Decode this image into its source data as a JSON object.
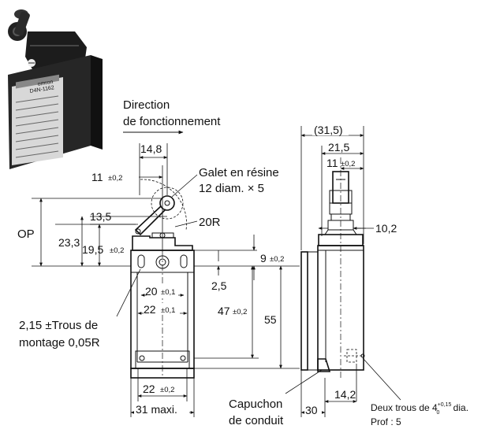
{
  "product": {
    "label_brand": "omron",
    "label_model": "D4N-1162"
  },
  "front_view": {
    "direction_line1": "Direction",
    "direction_line2": "de fonctionnement",
    "dim_roller_width": "14,8",
    "dim_roller_offset": "11",
    "dim_roller_offset_tol": "±0,2",
    "roller_note_line1": "Galet en résine",
    "roller_note_line2": "12 diam. × 5",
    "dim_arm": "13,5",
    "dim_radius": "20R",
    "dim_op": "OP",
    "dim_23_3": "23,3",
    "dim_19_5": "19,5",
    "dim_19_5_tol": "±0,2",
    "dim_9": "9",
    "dim_9_tol": "±0,2",
    "dim_2_5": "2,5",
    "dim_20": "20",
    "dim_20_tol": "±0,1",
    "dim_22_holes": "22",
    "dim_22_holes_tol": "±0,1",
    "hole_note_line1": "2,15 ±Trous de",
    "hole_note_line2": "montage 0,05R",
    "dim_47": "47",
    "dim_47_tol": "±0,2",
    "dim_55": "55",
    "dim_22_bottom": "22",
    "dim_22_bottom_tol": "±0,2",
    "dim_31_maxi": "31 maxi."
  },
  "side_view": {
    "dim_31_5": "(31,5)",
    "dim_21_5": "21,5",
    "dim_11": "11",
    "dim_11_tol": "±0,2",
    "dim_10_2": "10,2",
    "dim_14_2": "14,2",
    "dim_30": "30",
    "conduit_line1": "Capuchon",
    "conduit_line2": "de conduit",
    "holes_note_prefix": "Deux trous de 4",
    "holes_note_sup": "+0,15",
    "holes_note_sub": "0",
    "holes_note_suffix": " dia.",
    "holes_depth": "Prof : 5"
  }
}
